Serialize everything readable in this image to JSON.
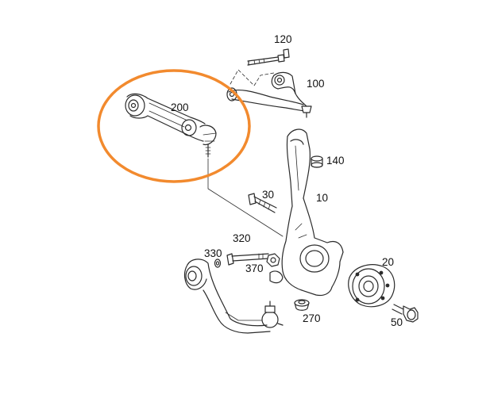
{
  "diagram": {
    "highlight_color": "#f28a2e",
    "line_color": "#2b2b2b",
    "parts": [
      {
        "key": "p120",
        "number": "120"
      },
      {
        "key": "p100",
        "number": "100"
      },
      {
        "key": "p200",
        "number": "200"
      },
      {
        "key": "p140",
        "number": "140"
      },
      {
        "key": "p30",
        "number": "30"
      },
      {
        "key": "p10",
        "number": "10"
      },
      {
        "key": "p320",
        "number": "320"
      },
      {
        "key": "p330",
        "number": "330"
      },
      {
        "key": "p370",
        "number": "370"
      },
      {
        "key": "p20",
        "number": "20"
      },
      {
        "key": "p270",
        "number": "270"
      },
      {
        "key": "p50",
        "number": "50"
      }
    ],
    "labels": {
      "p120": "120",
      "p100": "100",
      "p200": "200",
      "p140": "140",
      "p30": "30",
      "p10": "10",
      "p320": "320",
      "p330": "330",
      "p370": "370",
      "p20": "20",
      "p270": "270",
      "p50": "50"
    },
    "highlighted_part": "200"
  }
}
